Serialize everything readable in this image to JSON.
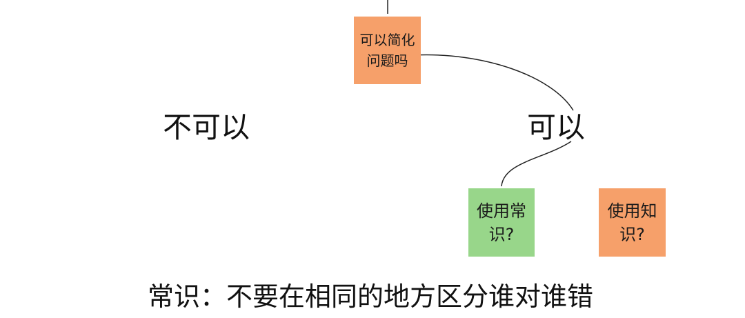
{
  "nodes": {
    "question": {
      "text": "可以简化问题吗",
      "color": "#f6a06a"
    },
    "common_sense": {
      "text": "使用常识?",
      "color": "#98d68a"
    },
    "knowledge": {
      "text": "使用知识?",
      "color": "#f6a06a"
    }
  },
  "branches": {
    "no": "不可以",
    "yes": "可以"
  },
  "caption": "常识：不要在相同的地方区分谁对谁错"
}
